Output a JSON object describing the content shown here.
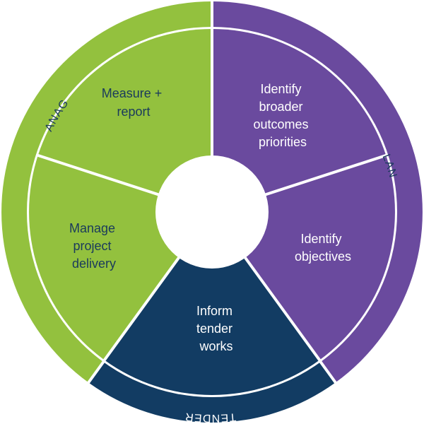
{
  "diagram": {
    "phases": [
      {
        "id": "plan",
        "label": "PLAN",
        "ring_color": "#6a4a9e",
        "label_color": "#1a3a5c",
        "segments": [
          {
            "id": "outcomes",
            "lines": [
              "Identify",
              "broader",
              "outcomes",
              "priorities"
            ],
            "color": "#6a4a9e",
            "text_color": "#ffffff"
          },
          {
            "id": "objectives",
            "lines": [
              "Identify",
              "objectives"
            ],
            "color": "#6a4a9e",
            "text_color": "#ffffff"
          }
        ]
      },
      {
        "id": "tender",
        "label": "TENDER",
        "ring_color": "#123c63",
        "label_color": "#ffffff",
        "segments": [
          {
            "id": "inform",
            "lines": [
              "Inform",
              "tender",
              "works"
            ],
            "color": "#123c63",
            "text_color": "#ffffff"
          }
        ]
      },
      {
        "id": "manage",
        "label": "MANAGE",
        "ring_color": "#93c13e",
        "label_color": "#1a3a5c",
        "segments": [
          {
            "id": "delivery",
            "lines": [
              "Manage",
              "project",
              "delivery"
            ],
            "color": "#93c13e",
            "text_color": "#1a3a5c"
          },
          {
            "id": "measure",
            "lines": [
              "Measure +",
              "report"
            ],
            "color": "#93c13e",
            "text_color": "#1a3a5c"
          }
        ]
      }
    ]
  }
}
